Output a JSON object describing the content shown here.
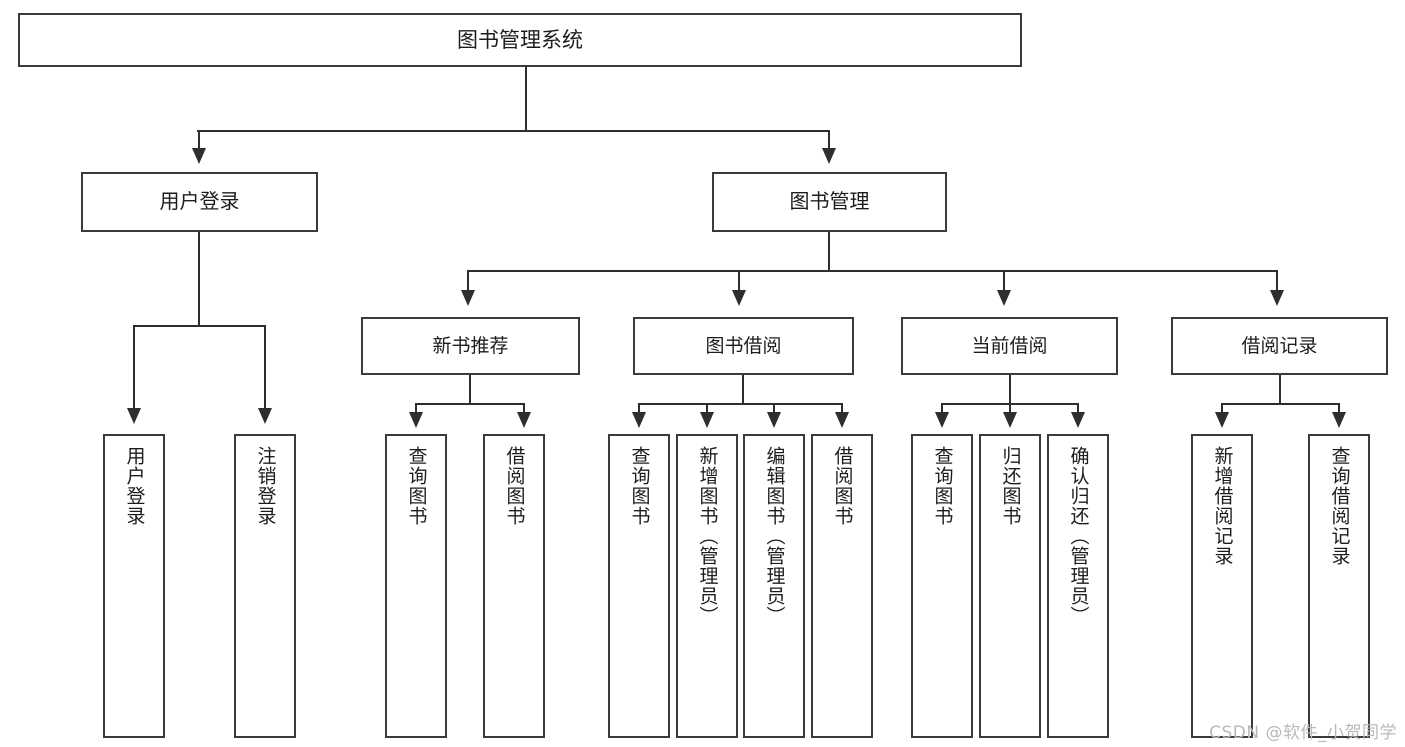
{
  "diagram": {
    "title": "图书管理系统",
    "type": "tree-hierarchy-diagram",
    "root": {
      "label": "图书管理系统"
    },
    "level2": [
      {
        "label": "用户登录"
      },
      {
        "label": "图书管理"
      }
    ],
    "level3": [
      {
        "label": "新书推荐"
      },
      {
        "label": "图书借阅"
      },
      {
        "label": "当前借阅"
      },
      {
        "label": "借阅记录"
      }
    ],
    "leaves": {
      "user_login": [
        {
          "label": "用户登录"
        },
        {
          "label": "注销登录"
        }
      ],
      "new_book_recommend": [
        {
          "label": "查询图书"
        },
        {
          "label": "借阅图书"
        }
      ],
      "book_borrow": [
        {
          "label": "查询图书"
        },
        {
          "label": "新增图书（管理员）"
        },
        {
          "label": "编辑图书（管理员）"
        },
        {
          "label": "借阅图书"
        }
      ],
      "current_borrow": [
        {
          "label": "查询图书"
        },
        {
          "label": "归还图书"
        },
        {
          "label": "确认归还（管理员）"
        }
      ],
      "borrow_record": [
        {
          "label": "新增借阅记录"
        },
        {
          "label": "查询借阅记录"
        }
      ]
    }
  },
  "watermark": {
    "text": "CSDN @软件_小贺同学"
  },
  "colors": {
    "box_border": "#3a3a3a",
    "line": "#2e2e2e",
    "background": "#ffffff",
    "text": "#1d1d1d",
    "watermark": "#b9b9b9"
  }
}
